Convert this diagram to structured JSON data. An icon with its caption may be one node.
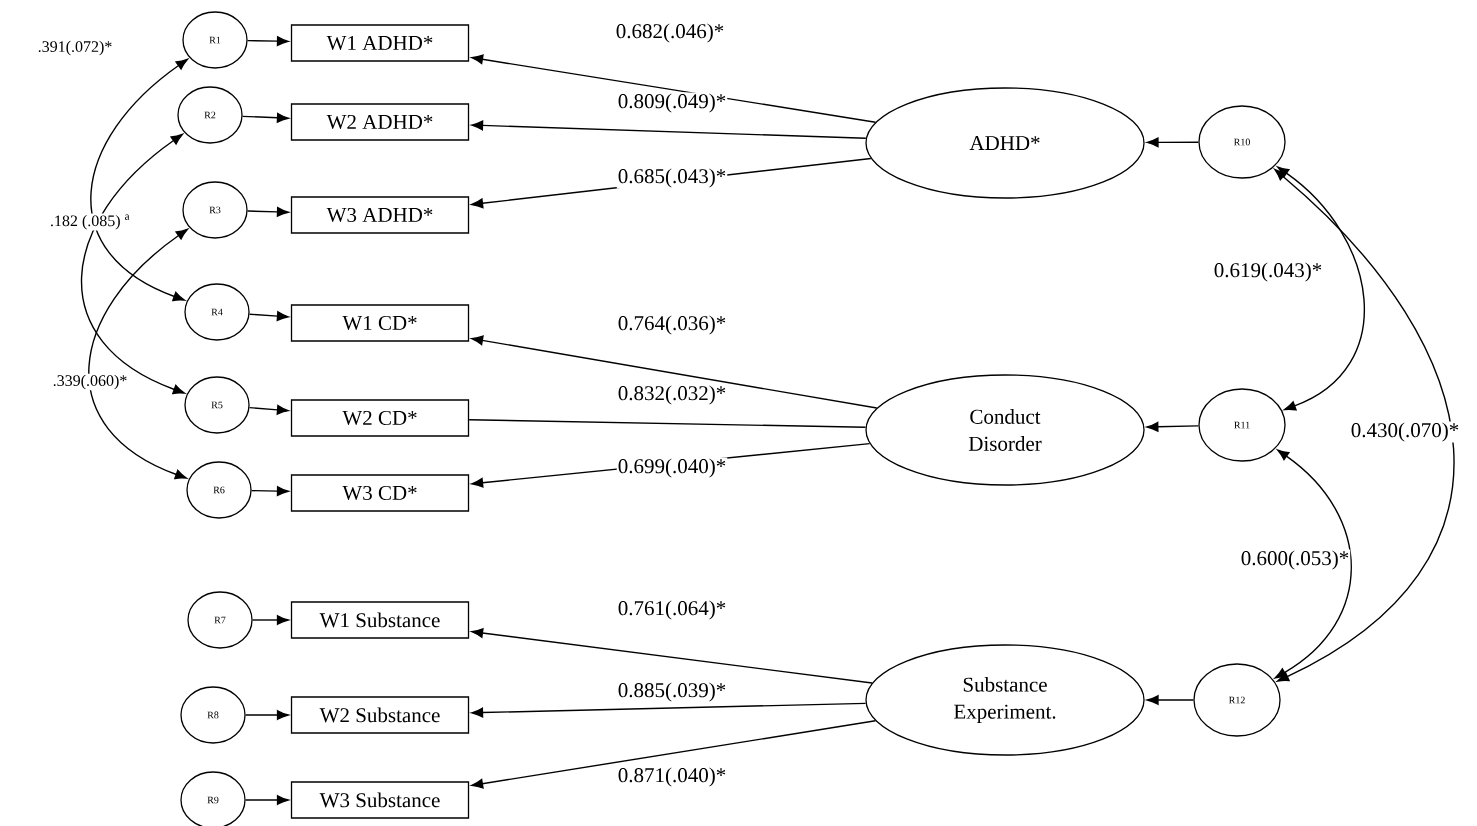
{
  "diagram": {
    "nodes": [
      {
        "text": [
          "R1"
        ]
      },
      {
        "text": [
          "R2"
        ]
      },
      {
        "text": [
          "R3"
        ]
      },
      {
        "text": [
          "R4"
        ]
      },
      {
        "text": [
          "R5"
        ]
      },
      {
        "text": [
          "R6"
        ]
      },
      {
        "text": [
          "R7"
        ]
      },
      {
        "text": [
          "R8"
        ]
      },
      {
        "text": [
          "R9"
        ]
      },
      {
        "text": [
          "W1 ADHD*"
        ]
      },
      {
        "text": [
          "W2 ADHD*"
        ]
      },
      {
        "text": [
          "W3 ADHD*"
        ]
      },
      {
        "text": [
          "W1 CD*"
        ]
      },
      {
        "text": [
          "W2 CD*"
        ]
      },
      {
        "text": [
          "W3 CD*"
        ]
      },
      {
        "text": [
          "W1 Substance"
        ]
      },
      {
        "text": [
          "W2 Substance"
        ]
      },
      {
        "text": [
          "W3 Substance"
        ]
      },
      {
        "text": [
          "ADHD*"
        ]
      },
      {
        "text": [
          "Conduct Disorder"
        ]
      },
      {
        "text": [
          "Substance Experiment."
        ]
      },
      {
        "text": [
          "R10"
        ]
      },
      {
        "text": [
          "R11"
        ]
      },
      {
        "text": [
          "R12"
        ]
      }
    ],
    "edges": [
      {
        "from": 0,
        "to": 9,
        "arrow": "to"
      },
      {
        "from": 1,
        "to": 10,
        "arrow": "to"
      },
      {
        "from": 2,
        "to": 11,
        "arrow": "to"
      },
      {
        "from": 3,
        "to": 12,
        "arrow": "to"
      },
      {
        "from": 4,
        "to": 13,
        "arrow": "to"
      },
      {
        "from": 5,
        "to": 14,
        "arrow": "to"
      },
      {
        "from": 6,
        "to": 15,
        "arrow": "to"
      },
      {
        "from": 7,
        "to": 16,
        "arrow": "to"
      },
      {
        "from": 8,
        "to": 17,
        "arrow": "to"
      },
      {
        "from": 18,
        "to": 9,
        "arrow": "to",
        "label": "0.682(.046)*"
      },
      {
        "from": 18,
        "to": 10,
        "arrow": "to",
        "label": "0.809(.049)*"
      },
      {
        "from": 18,
        "to": 11,
        "arrow": "to",
        "label": "0.685(.043)*"
      },
      {
        "from": 19,
        "to": 12,
        "arrow": "to",
        "label": "0.764(.036)*"
      },
      {
        "from": 19,
        "to": 13,
        "arrow": "none",
        "label": "0.832(.032)*"
      },
      {
        "from": 19,
        "to": 14,
        "arrow": "to",
        "label": "0.699(.040)*"
      },
      {
        "from": 20,
        "to": 15,
        "arrow": "to",
        "label": "0.761(.064)*"
      },
      {
        "from": 20,
        "to": 16,
        "arrow": "to",
        "label": "0.885(.039)*"
      },
      {
        "from": 20,
        "to": 17,
        "arrow": "to",
        "label": "0.871(.040)*"
      },
      {
        "from": 21,
        "to": 18,
        "arrow": "to"
      },
      {
        "from": 22,
        "to": 19,
        "arrow": "to"
      },
      {
        "from": 23,
        "to": 20,
        "arrow": "to"
      },
      {
        "from": 0,
        "to": 3,
        "arrow": "both",
        "label": ".391(.072)*"
      },
      {
        "from": 1,
        "to": 4,
        "arrow": "both",
        "label": ".182 (.085) $^{a}$"
      },
      {
        "from": 2,
        "to": 5,
        "arrow": "both",
        "label": ".339(.060)*"
      },
      {
        "from": 21,
        "to": 22,
        "arrow": "both",
        "label": "0.619(.043)*"
      },
      {
        "from": 21,
        "to": 23,
        "arrow": "both",
        "label": "0.430(.070)*"
      },
      {
        "from": 22,
        "to": 23,
        "arrow": "both",
        "label": "0.600(.053)*"
      }
    ]
  }
}
